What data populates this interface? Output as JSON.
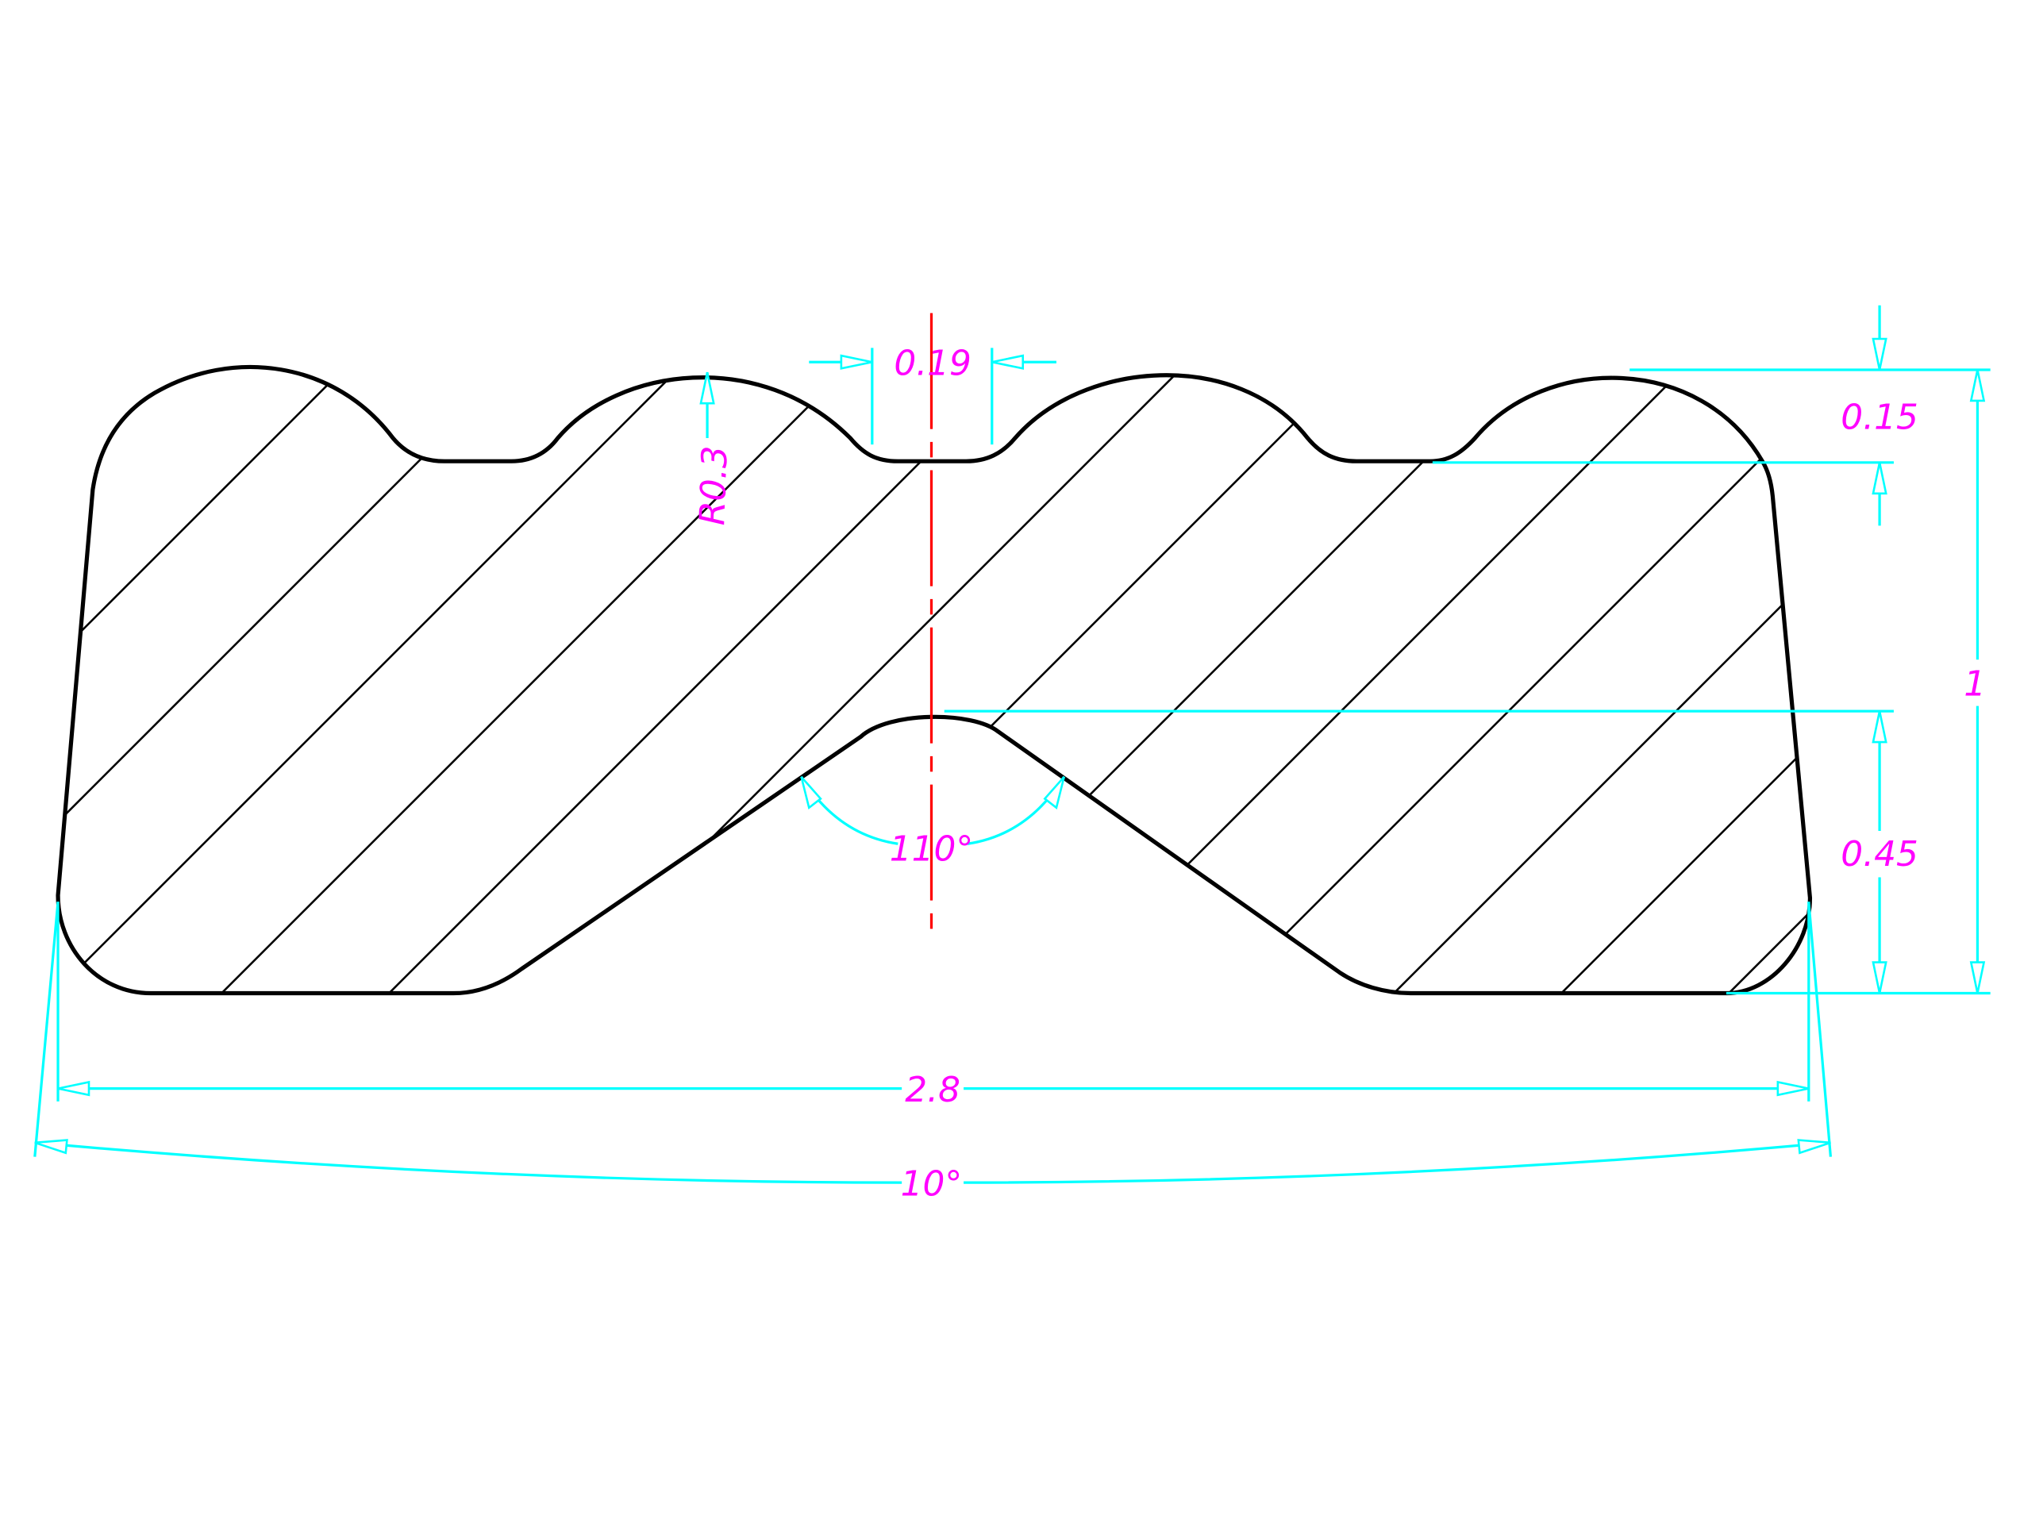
{
  "drawing": {
    "colors": {
      "outline": "#000000",
      "dimension": "#00ffff",
      "text": "#ff00ff",
      "centerline": "#ff0000"
    },
    "dimensions": {
      "groove_width": "0.19",
      "radius": "R0.3",
      "tooth_height": "0.15",
      "total_height": "1",
      "notch_depth": "0.45",
      "notch_angle": "110°",
      "total_width": "2.8",
      "side_taper_angle": "10°"
    }
  }
}
